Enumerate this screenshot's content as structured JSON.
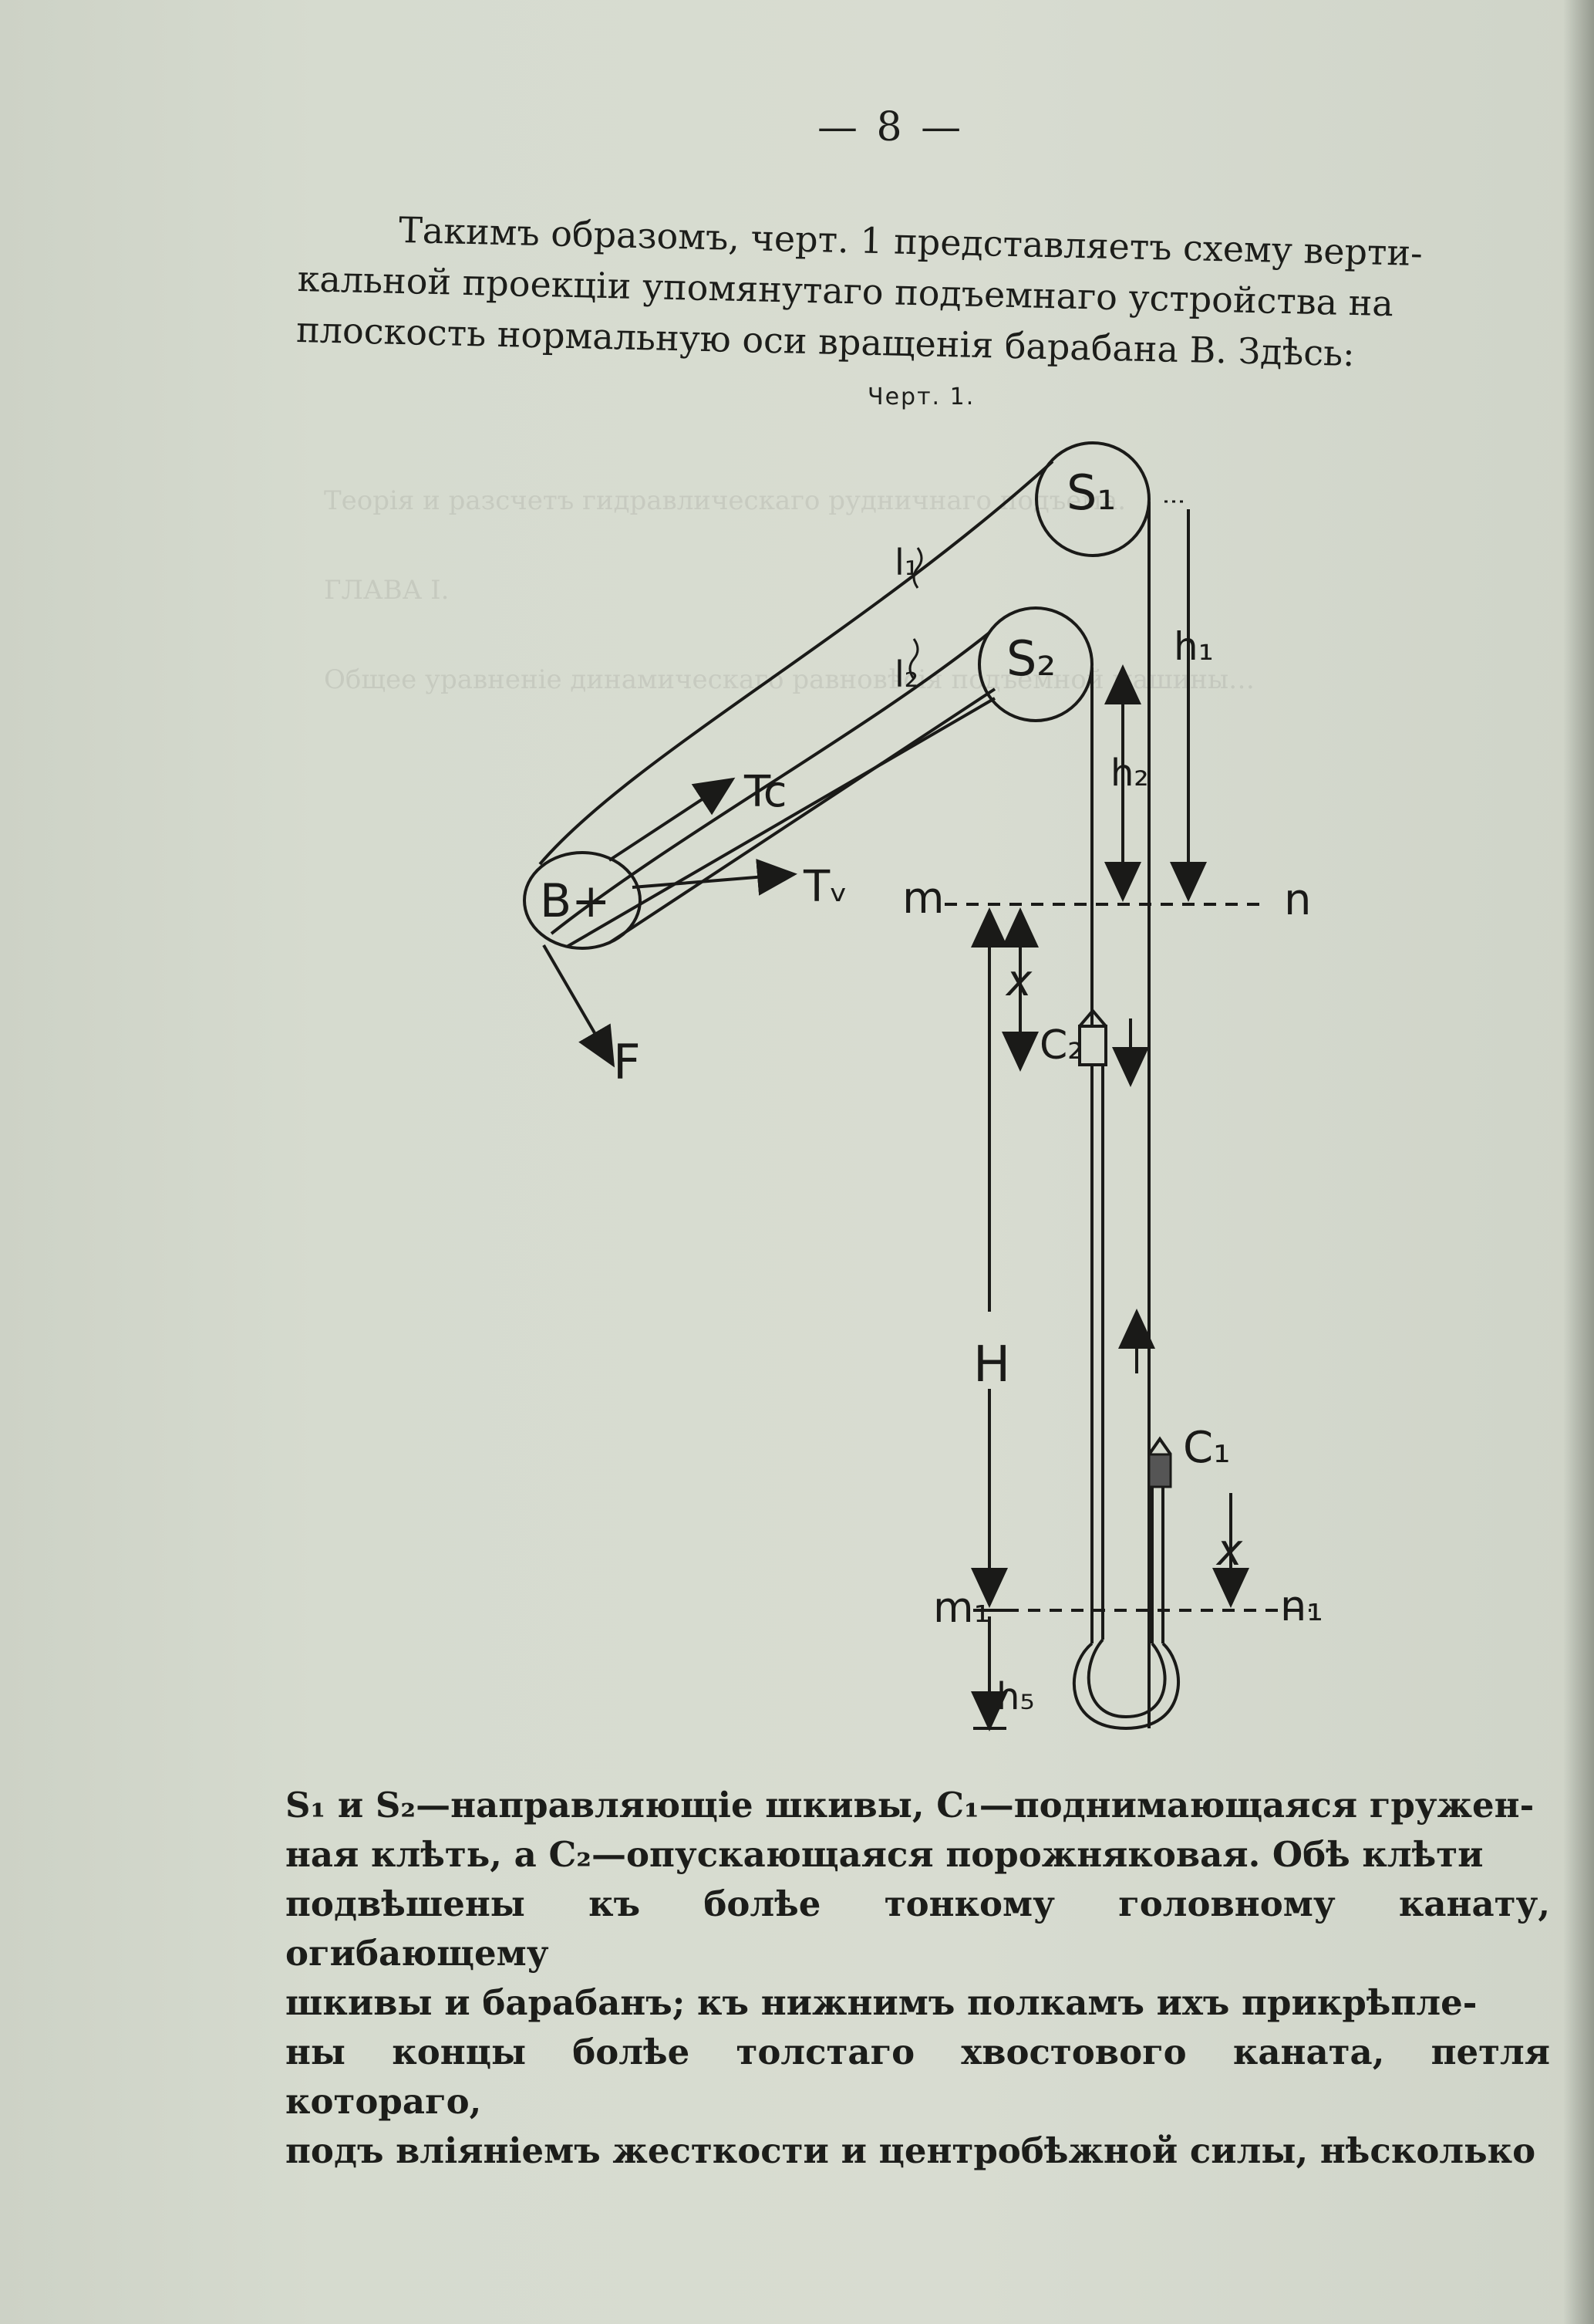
{
  "page_number": "— 8 —",
  "intro": {
    "line1": "Такимъ образомъ, черт. 1 представляетъ схему верти-",
    "line2": "кальной проекціи упомянутаго подъемнаго устройства на",
    "line3": "плоскость нормальную оси вращенія барабана B. Здѣсь:"
  },
  "figure_caption": "Черт. 1.",
  "diagram_labels": {
    "S1": "S₁",
    "S2": "S₂",
    "B": "B+",
    "l1": "l₁",
    "l2": "l₂",
    "h1": "h₁",
    "h2": "h₂",
    "Tc": "Tc",
    "Tv": "Tᵥ",
    "F": "F",
    "m": "m",
    "n": "n",
    "m1": "m₁",
    "n1": "n₁",
    "x_top": "x",
    "x_bottom": "x",
    "C2": "C₂",
    "C1": "C₁",
    "H": "H",
    "h5": "h₅"
  },
  "bottom_text": {
    "line1": "S₁ и S₂—направляющіе шкивы, C₁—поднимающаяся гружен-",
    "line2": "ная клѣть, а C₂—опускающаяся порожняковая. Обѣ клѣти",
    "line3": "подвѣшены къ болѣе тонкому головному канату, огибающему",
    "line4": "шкивы и барабанъ; къ нижнимъ полкамъ ихъ прикрѣпле-",
    "line5": "ны концы болѣе толстаго хвостового каната, петля котораго,",
    "line6": "подъ вліяніемъ жесткости и центробѣжной силы, нѣсколько"
  },
  "bleed_through": "Теорія и разсчетъ гидравлическаго рудничнаго подъема.\n\nГЛАВА I.\n\nОбщее уравненіе динамическаго равновѣсія подъемной машины…"
}
